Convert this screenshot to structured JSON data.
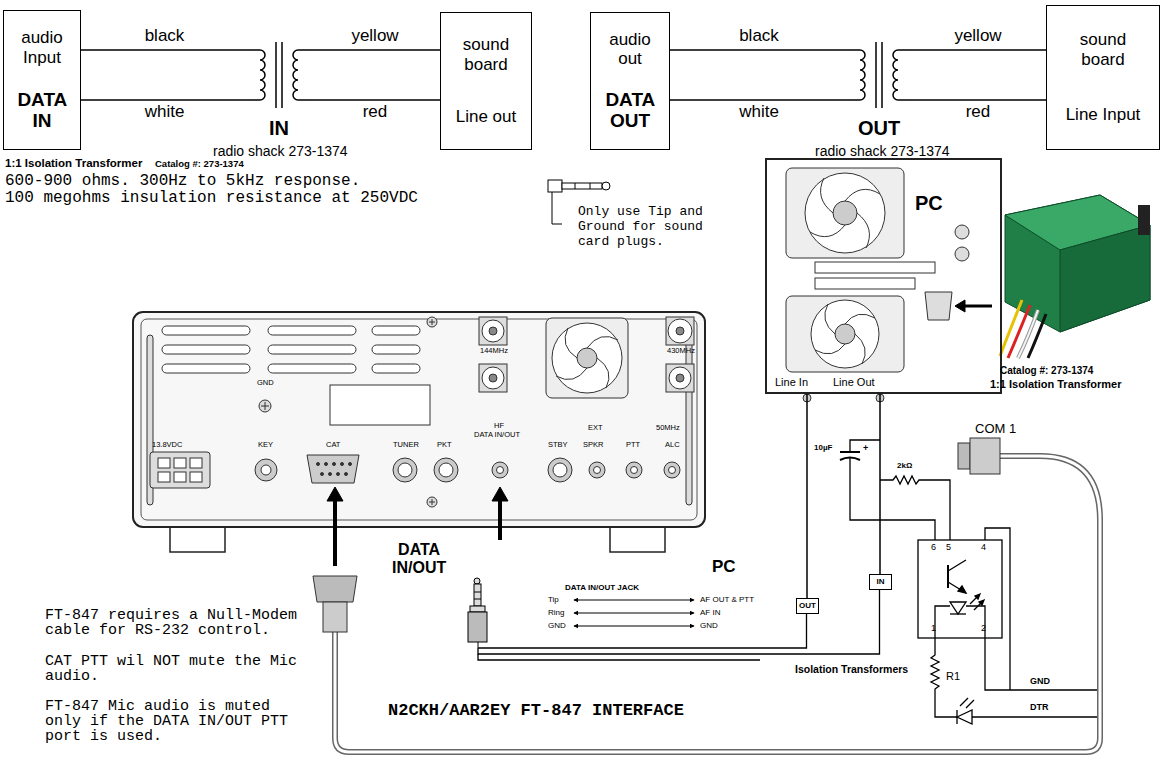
{
  "diagram": {
    "title": "N2CKH/AAR2EY FT-847 INTERFACE",
    "nodes": [
      {
        "text": [
          "audio Input",
          "DATA IN"
        ]
      },
      {
        "text": [
          "IN"
        ]
      },
      {
        "text": [
          "sound board",
          "Line out"
        ]
      },
      {
        "text": [
          "audio out",
          "DATA OUT"
        ]
      },
      {
        "text": [
          "OUT"
        ]
      },
      {
        "text": [
          "sound board",
          "Line Input"
        ]
      },
      {
        "text": [
          "PC",
          "Line In",
          "Line Out"
        ]
      },
      {
        "text": [
          "OUT"
        ]
      },
      {
        "text": [
          "IN"
        ]
      }
    ],
    "edges": [
      {
        "from": 0,
        "to": 1,
        "label": "black",
        "arrow": "none"
      },
      {
        "from": 0,
        "to": 1,
        "label": "white",
        "arrow": "none"
      },
      {
        "from": 1,
        "to": 2,
        "label": "yellow",
        "arrow": "none"
      },
      {
        "from": 1,
        "to": 2,
        "label": "red",
        "arrow": "none"
      },
      {
        "from": 3,
        "to": 4,
        "label": "black",
        "arrow": "none"
      },
      {
        "from": 3,
        "to": 4,
        "label": "white",
        "arrow": "none"
      },
      {
        "from": 4,
        "to": 5,
        "label": "yellow",
        "arrow": "none"
      },
      {
        "from": 4,
        "to": 5,
        "label": "red",
        "arrow": "none"
      },
      {
        "from": 6,
        "to": 7,
        "arrow": "none"
      },
      {
        "from": 6,
        "to": 8,
        "arrow": "none"
      }
    ],
    "labels": [
      "radio shack 273-1374",
      "radio shack 273-1374",
      "1:1 Isolation Transformer",
      "Catalog #: 273-1374",
      "600-900 ohms. 300Hz to 5kHz response.",
      "100 megohms insulation resistance at 250VDC",
      "Only use Tip and Ground for sound card plugs.",
      "Catalog #: 273-1374",
      "1:1 Isolation Transformer",
      "GND",
      "13.8VDC",
      "KEY",
      "CAT",
      "TUNER",
      "PKT",
      "HF",
      "DATA IN/OUT",
      "STBY",
      "EXT",
      "SPKR",
      "PTT",
      "50MHz",
      "ALC",
      "144MHz",
      "430MHz",
      "COM 1",
      "DATA IN/OUT",
      "DATA IN/OUT JACK",
      "PC",
      "Tip",
      "Ring",
      "GND",
      "AF OUT & PTT",
      "AF IN",
      "GND",
      "Isolation Transformers",
      "10µF",
      "+",
      "2kΩ",
      "6",
      "5",
      "4",
      "1",
      "2",
      "R1",
      "GND",
      "DTR",
      "FT-847 requires a Null-Modem cable for RS-232 control.",
      "CAT PTT wil NOT mute the Mic audio.",
      "FT-847 Mic audio is muted only if the DATA IN/OUT PTT port is used."
    ]
  }
}
